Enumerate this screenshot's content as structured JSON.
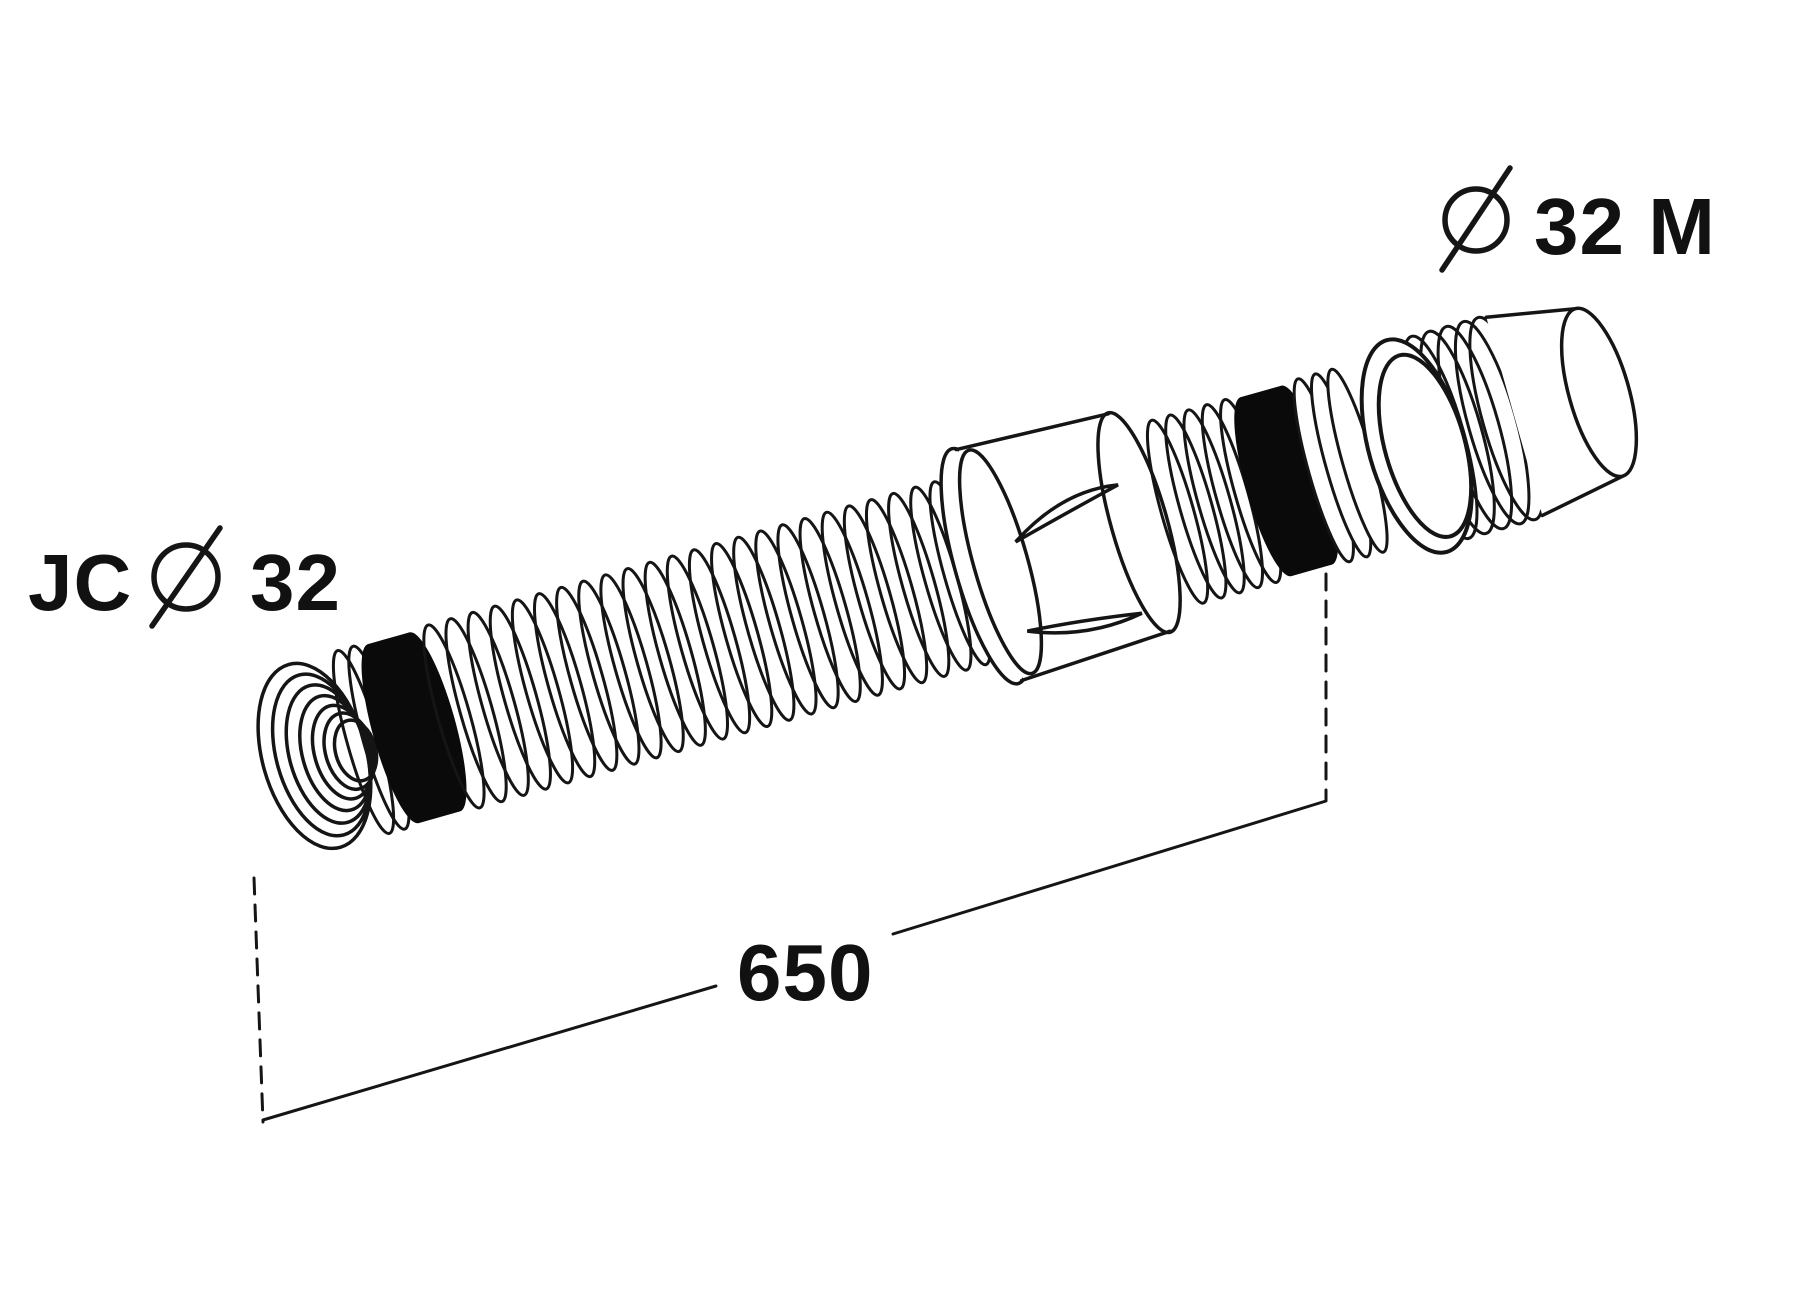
{
  "diagram": {
    "colors": {
      "background": "#ffffff",
      "line": "#151515",
      "seal": "#0a0a0a",
      "text": "#111111"
    },
    "labels": {
      "left_fitting": {
        "prefix": "JC",
        "symbol": "∅",
        "value": "32"
      },
      "right_fitting": {
        "symbol": "∅",
        "value": "32 M"
      },
      "length_dimension": {
        "value": "650"
      }
    }
  }
}
